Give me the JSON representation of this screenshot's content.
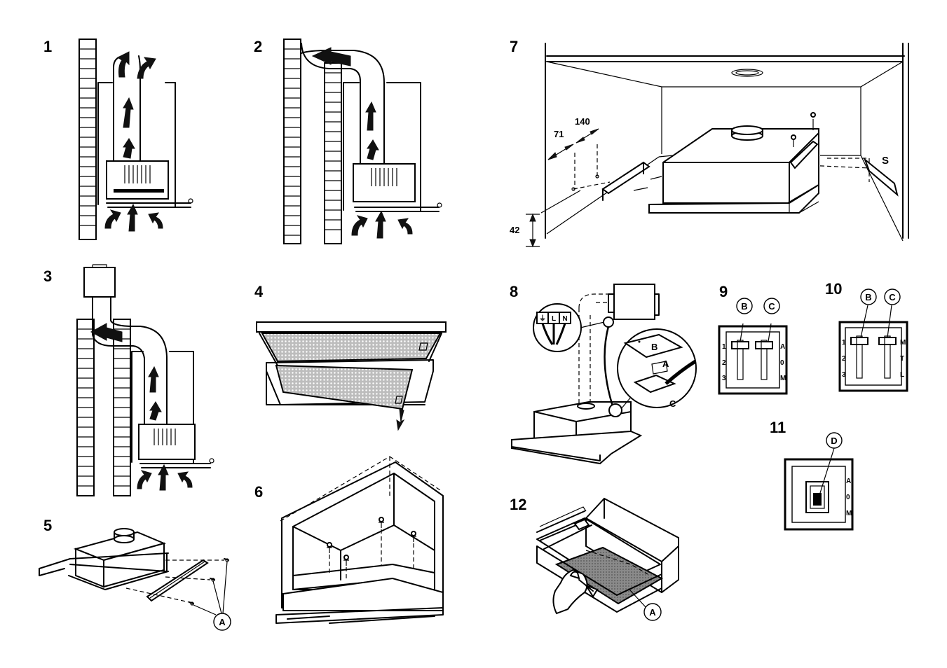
{
  "figures": {
    "f1": {
      "number": "1"
    },
    "f2": {
      "number": "2"
    },
    "f3": {
      "number": "3"
    },
    "f4": {
      "number": "4"
    },
    "f5": {
      "number": "5",
      "label_a": "A"
    },
    "f6": {
      "number": "6"
    },
    "f7": {
      "number": "7",
      "dim_71": "71",
      "dim_140": "140",
      "dim_42": "42",
      "label_s": "S"
    },
    "f8": {
      "number": "8",
      "label_b": "B",
      "label_a": "A",
      "label_c": "C",
      "terminal_earth": "⏚",
      "terminal_l": "L",
      "terminal_n": "N"
    },
    "f9": {
      "number": "9",
      "label_b": "B",
      "label_c": "C",
      "left_1": "1",
      "left_2": "2",
      "left_3": "3",
      "right_a": "A",
      "right_0": "0",
      "right_m": "M"
    },
    "f10": {
      "number": "10",
      "label_b": "B",
      "label_c": "C",
      "left_1": "1",
      "left_2": "2",
      "left_3": "3",
      "right_m": "M",
      "right_t": "T",
      "right_l": "L"
    },
    "f11": {
      "number": "11",
      "label_d": "D",
      "right_a": "A",
      "right_0": "0",
      "right_m": "M"
    },
    "f12": {
      "number": "12",
      "label_a": "A"
    }
  }
}
